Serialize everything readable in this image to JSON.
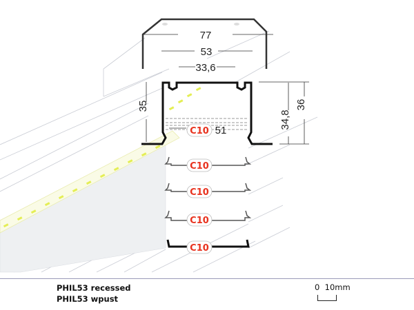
{
  "product": {
    "name_en": "PHIL53 recessed",
    "name_pl": "PHIL53 wpust"
  },
  "dimensions": {
    "outer_width": "77",
    "profile_width": "53",
    "inner_width": "33,6",
    "inner_depth_left": "35",
    "height_inner": "34,8",
    "height_total": "36",
    "cover_width": "51"
  },
  "covers": [
    {
      "code": "C10",
      "style": "frosted-top"
    },
    {
      "code": "C10",
      "style": "frosted-wave"
    },
    {
      "code": "C10",
      "style": "frosted-serrated"
    },
    {
      "code": "C10",
      "style": "frosted-wide"
    },
    {
      "code": "C10",
      "style": "black"
    }
  ],
  "scale": {
    "label": "0  10mm"
  },
  "colors": {
    "badge_text": "#e8321e",
    "profile": "#111111",
    "led": "#e4ee55",
    "guide_lines": "#c9ccd4",
    "baseline": "#9a9ab8"
  }
}
